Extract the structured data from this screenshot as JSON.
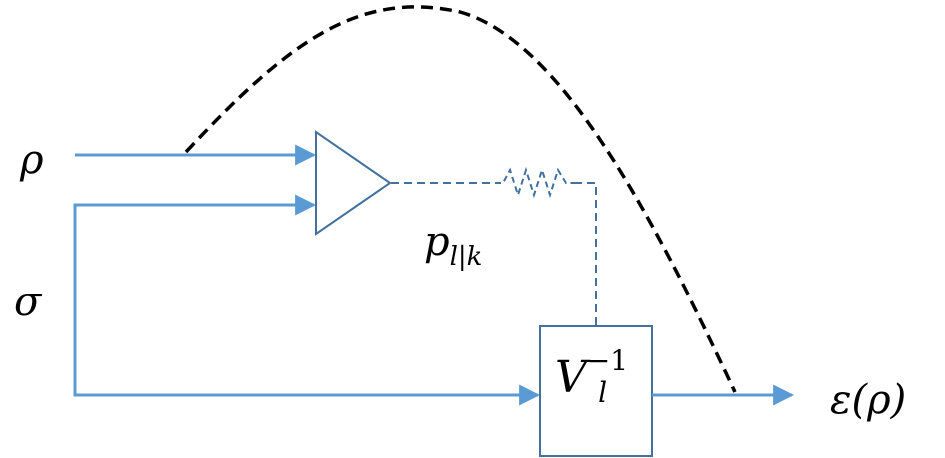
{
  "labels": {
    "input_rho": "ρ",
    "input_sigma": "σ",
    "probability": "p",
    "probability_sub": "l|k",
    "operator": "V",
    "operator_sub": "l",
    "operator_sup": "−1",
    "output": "ε(ρ)"
  },
  "colors": {
    "signal_line": "#5b9bd5",
    "box_stroke": "#41719c",
    "control_line": "#41719c",
    "curve": "#000000"
  }
}
